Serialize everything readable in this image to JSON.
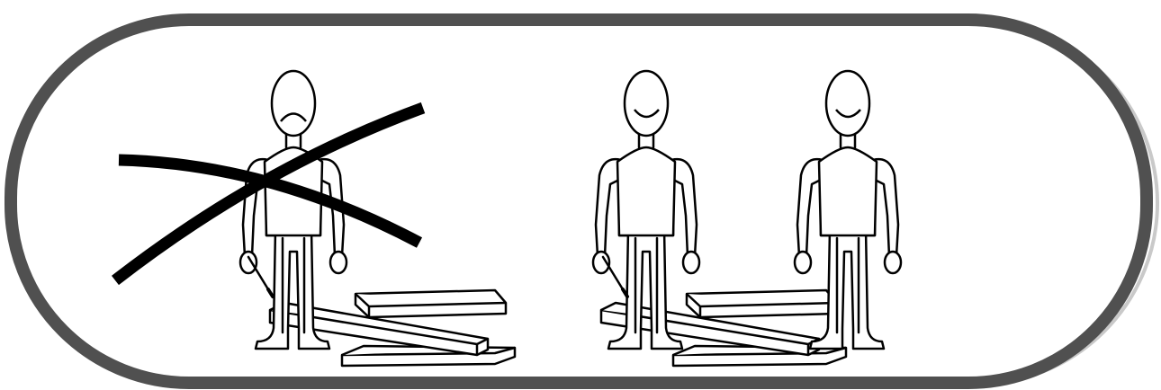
{
  "illustration": {
    "panels": [
      {
        "id": "incorrect",
        "people": 1,
        "crossed_out": true
      },
      {
        "id": "correct",
        "people": 2,
        "crossed_out": false
      }
    ],
    "colors": {
      "frame": "#505050",
      "frame_shadow": "#c9c9c9",
      "line": "#000000",
      "background": "#ffffff"
    },
    "icons": [
      "person-figure",
      "wooden-planks",
      "cross-mark",
      "screwdriver"
    ]
  }
}
